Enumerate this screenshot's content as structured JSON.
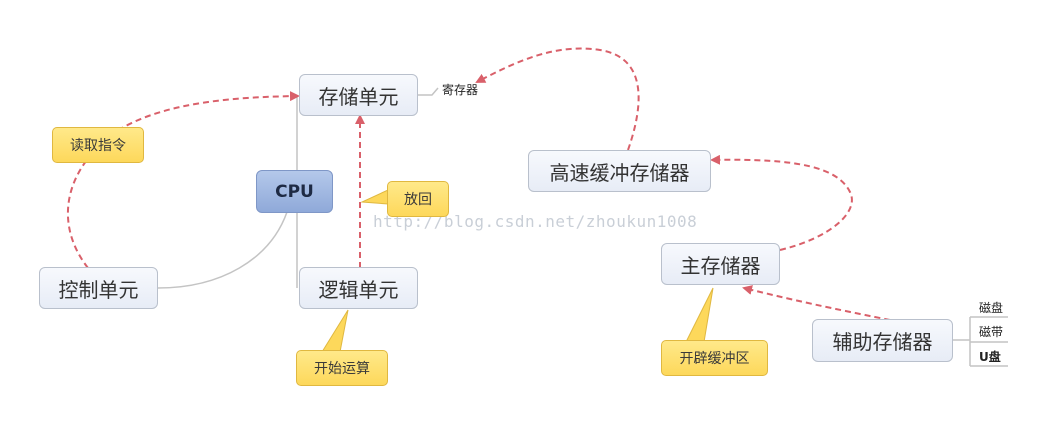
{
  "nodes": {
    "storage_unit": "存储单元",
    "cpu": "CPU",
    "control_unit": "控制单元",
    "logic_unit": "逻辑单元",
    "cache": "高速缓冲存储器",
    "main_memory": "主存储器",
    "aux_storage": "辅助存储器"
  },
  "notes": {
    "read_instruction": "读取指令",
    "put_back": "放回",
    "start_compute": "开始运算",
    "open_buffer": "开辟缓冲区"
  },
  "labels": {
    "register": "寄存器",
    "disk": "磁盘",
    "tape": "磁带",
    "usb": "U盘"
  },
  "watermark": "http://blog.csdn.net/zhoukun1008",
  "colors": {
    "arrow": "#d9606a",
    "connector": "#c4c4c4"
  }
}
